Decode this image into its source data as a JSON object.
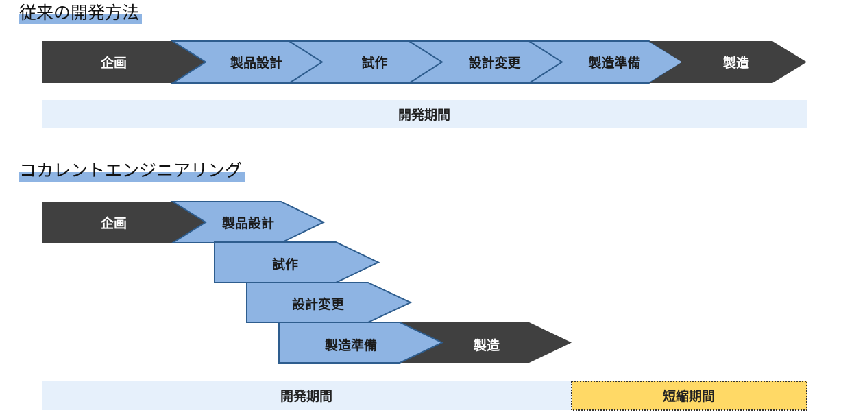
{
  "traditional": {
    "title": "従来の開発方法",
    "steps": [
      {
        "label": "企画",
        "style": "dark"
      },
      {
        "label": "製品設計",
        "style": "light"
      },
      {
        "label": "試作",
        "style": "light"
      },
      {
        "label": "設計変更",
        "style": "light"
      },
      {
        "label": "製造準備",
        "style": "light"
      },
      {
        "label": "製造",
        "style": "dark"
      }
    ],
    "period_label": "開発期間"
  },
  "concurrent": {
    "title": "コカレントエンジニアリング",
    "steps": [
      {
        "label": "企画",
        "style": "dark"
      },
      {
        "label": "製品設計",
        "style": "light"
      },
      {
        "label": "試作",
        "style": "light"
      },
      {
        "label": "設計変更",
        "style": "light"
      },
      {
        "label": "製造準備",
        "style": "light"
      },
      {
        "label": "製造",
        "style": "dark"
      }
    ],
    "period_label": "開発期間",
    "shortened_label": "短縮期間"
  },
  "colors": {
    "dark": "#404040",
    "light": "#8eb4e3",
    "light_border": "#2e5d8e",
    "band": "#e6f0fb",
    "shortened": "#ffd966",
    "highlight": "#8eb4e3"
  }
}
